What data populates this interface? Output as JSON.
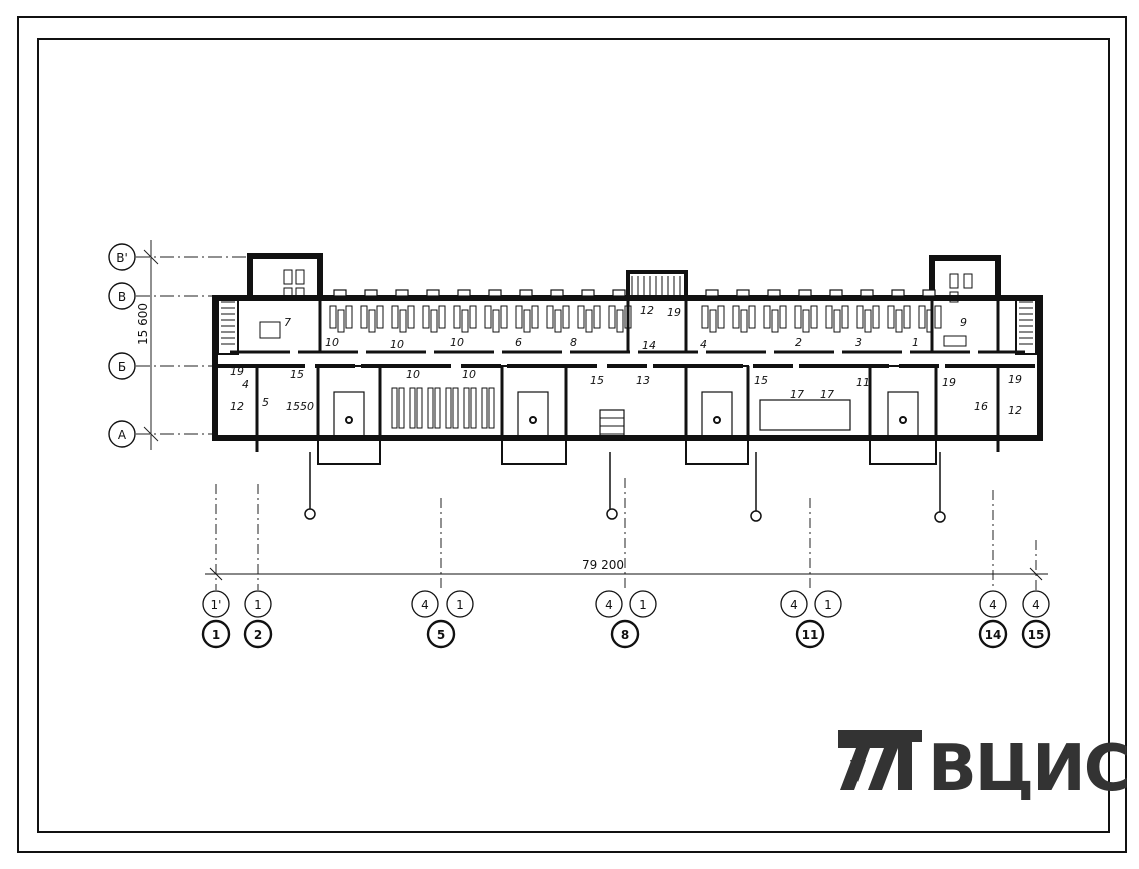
{
  "drawing": {
    "overall_dimension": "79 200",
    "depth_dimension": "15 600",
    "secondary_dimension": "1550",
    "row_axes": [
      "В'",
      "В",
      "Б",
      "А"
    ],
    "column_axes_top": [
      "1'",
      "1",
      "4",
      "1",
      "4",
      "1",
      "4",
      "1",
      "4",
      "4"
    ],
    "column_axes_bottom": [
      "1",
      "2",
      "5",
      "8",
      "11",
      "14",
      "15"
    ],
    "room_numbers": {
      "r1": "19",
      "r2": "15",
      "r3": "12",
      "r4": "5",
      "r5": "10",
      "r6": "10",
      "r7": "10",
      "r8": "6",
      "r9": "8",
      "r10": "12",
      "r11": "19",
      "r12": "14",
      "r13": "4",
      "r14": "2",
      "r15": "3",
      "r16": "1",
      "r17": "9",
      "r18": "10",
      "r19": "10",
      "r20": "15",
      "r21": "13",
      "r22": "15",
      "r23": "17",
      "r24": "17",
      "r25": "11",
      "r26": "19",
      "r27": "16",
      "r28": "12",
      "r29": "19",
      "r30": "4",
      "r31": "7"
    }
  },
  "logo": {
    "text": "ВЦИС"
  }
}
